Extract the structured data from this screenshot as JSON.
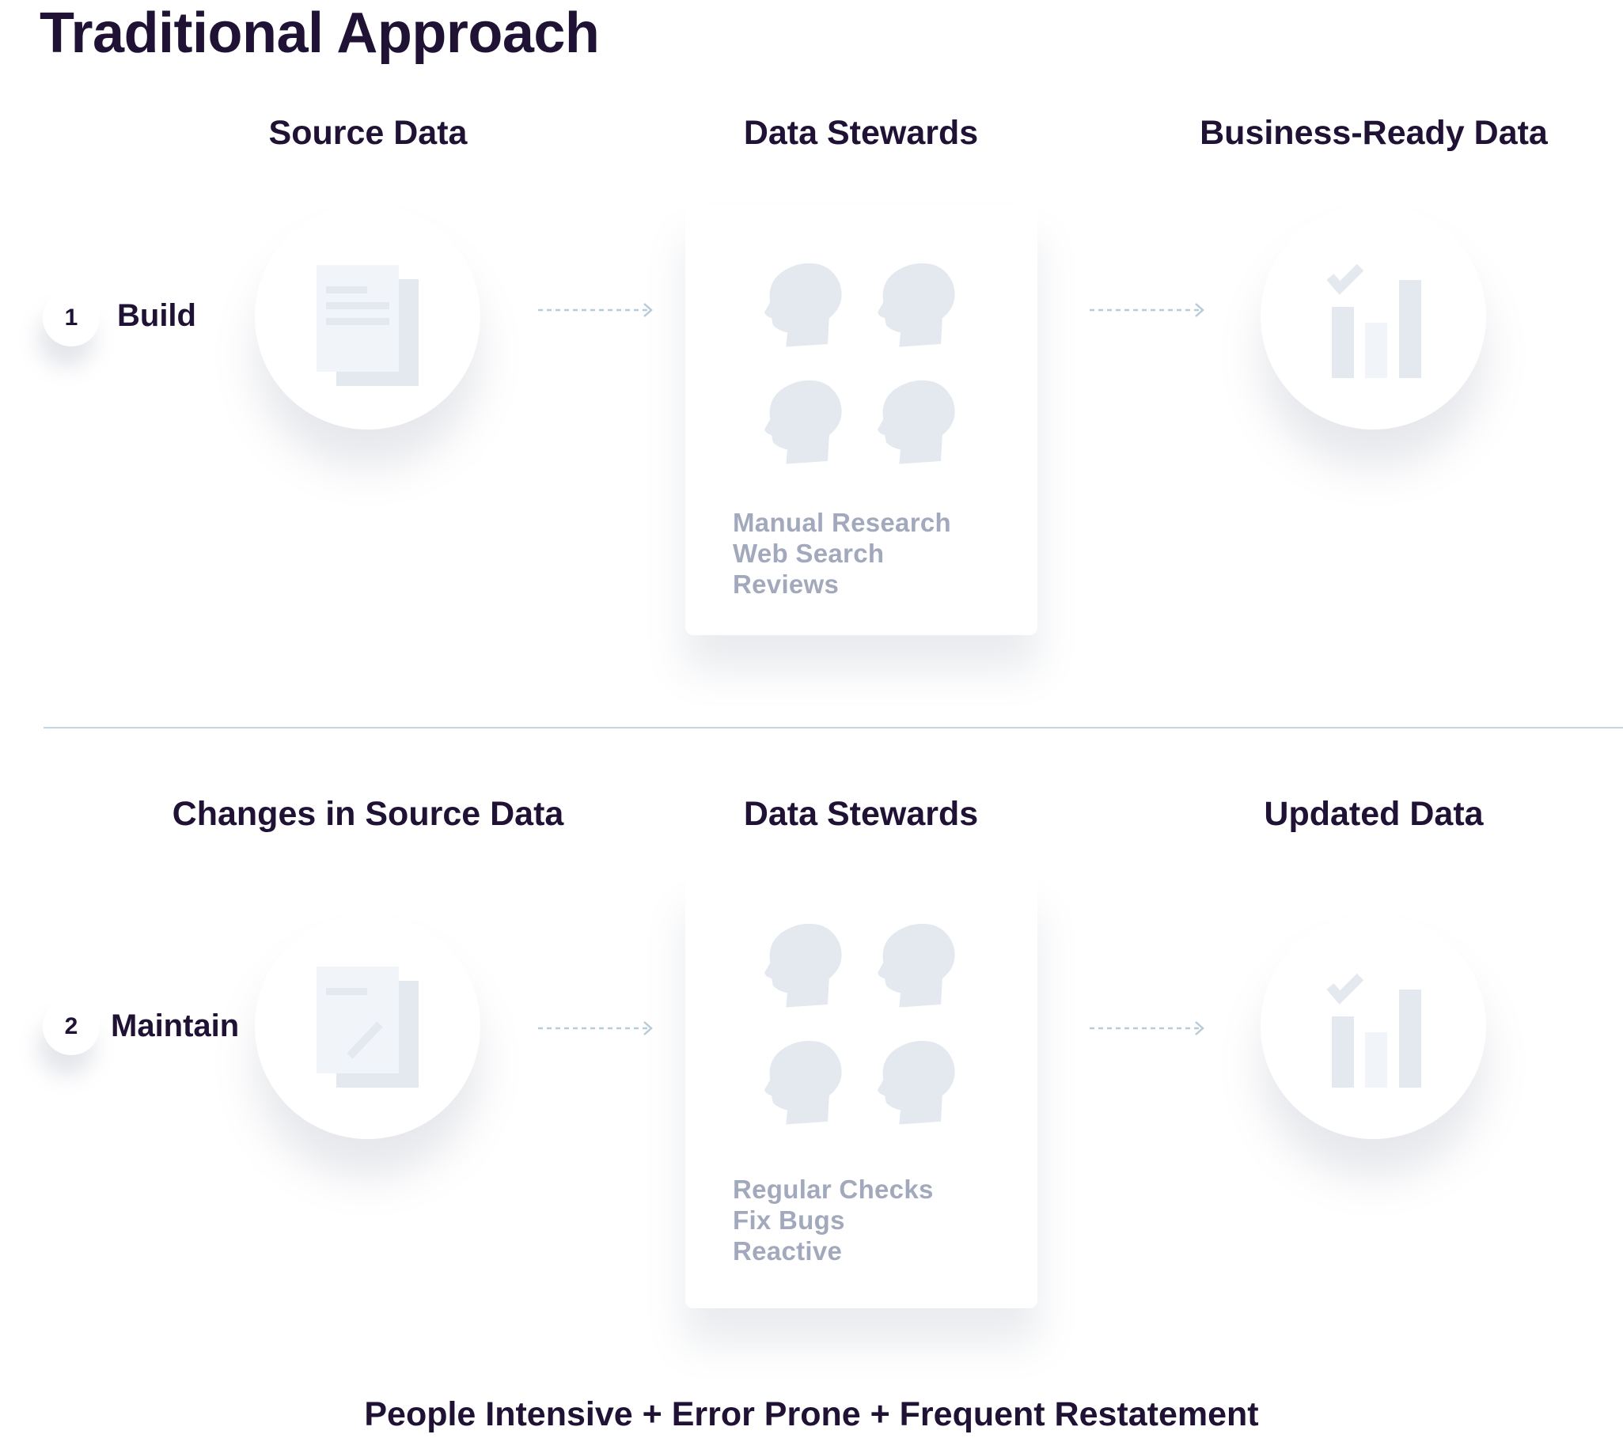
{
  "title": "Traditional Approach",
  "colors": {
    "heading": "#1f1235",
    "icon_fill": "#e4e8ef",
    "icon_fill_light": "#f1f4f8",
    "muted_text": "#a3a9bc",
    "divider": "#c3d4e2",
    "arrow": "#b8cbd8"
  },
  "rows": [
    {
      "step_number": "1",
      "step_label": "Build",
      "input": {
        "heading": "Source Data",
        "icon": "document-icon"
      },
      "process": {
        "heading": "Data Stewards",
        "icon": "people-heads-icon",
        "items": [
          "Manual Research",
          "Web Search",
          "Reviews"
        ]
      },
      "output": {
        "heading": "Business-Ready Data",
        "icon": "chart-check-icon"
      }
    },
    {
      "step_number": "2",
      "step_label": "Maintain",
      "input": {
        "heading": "Changes in Source Data",
        "icon": "document-edit-icon"
      },
      "process": {
        "heading": "Data Stewards",
        "icon": "people-heads-icon",
        "items": [
          "Regular Checks",
          "Fix Bugs",
          "Reactive"
        ]
      },
      "output": {
        "heading": "Updated Data",
        "icon": "chart-check-icon"
      }
    }
  ],
  "footer": "People Intensive + Error Prone + Frequent Restatement"
}
